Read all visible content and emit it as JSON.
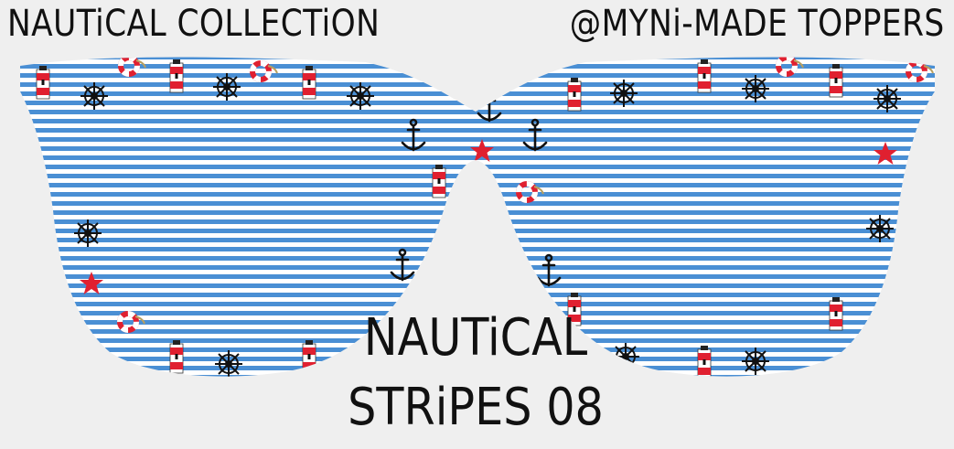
{
  "collection_title": "NAUTiCAL COLLECTiON",
  "brand_handle": "@MYNi-MADE TOPPERS",
  "design_name": {
    "line1": "NAUTiCAL",
    "line2": "STRiPES 08"
  },
  "colors": {
    "background": "#efefef",
    "stripe_blue": "#4a8fd4",
    "stripe_white": "#ffffff",
    "motif_red": "#e02030",
    "motif_black": "#111111"
  },
  "motifs": [
    "lighthouse-icon",
    "ships-wheel-icon",
    "anchor-icon",
    "starfish-icon",
    "life-ring-icon"
  ]
}
